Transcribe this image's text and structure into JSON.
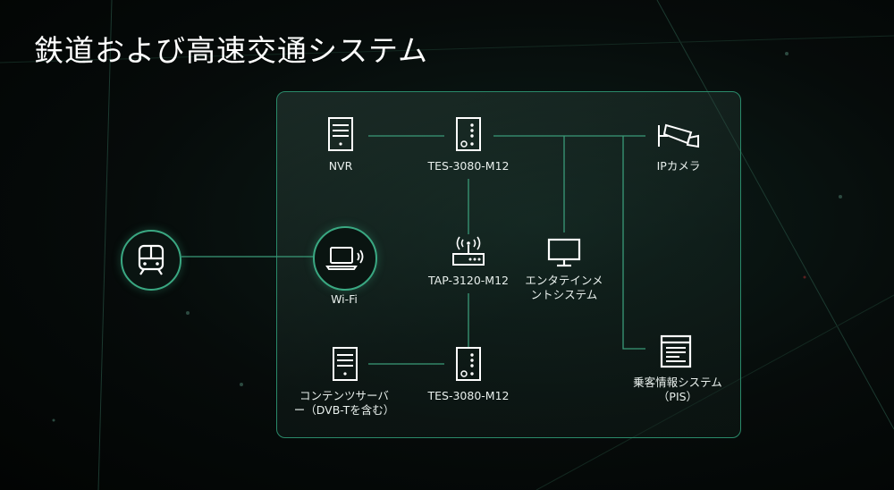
{
  "title": "鉄道および高速交通システム",
  "colors": {
    "accent": "#3aa882",
    "panel_border": "#2a8a6a",
    "line": "#3a9a78",
    "text": "#ffffff"
  },
  "nodes": {
    "nvr": {
      "label": "NVR",
      "icon": "server-icon"
    },
    "switch_top": {
      "label": "TES-3080-M12",
      "icon": "switch-icon"
    },
    "ip_camera": {
      "label": "IPカメラ",
      "icon": "cctv-camera-icon"
    },
    "train": {
      "icon": "train-icon"
    },
    "wifi_client": {
      "label": "Wi-Fi",
      "icon": "laptop-wifi-icon"
    },
    "access_point": {
      "label": "TAP-3120-M12",
      "icon": "router-icon"
    },
    "entertainment": {
      "label_line1": "エンタテインメ",
      "label_line2": "ントシステム",
      "icon": "monitor-icon"
    },
    "content_server": {
      "label_line1": "コンテンツサーバ",
      "label_line2": "ー（DVB-Tを含む）",
      "icon": "server-icon"
    },
    "switch_bottom": {
      "label": "TES-3080-M12",
      "icon": "switch-icon"
    },
    "pis": {
      "label_line1": "乗客情報システム",
      "label_line2": "（PIS）",
      "icon": "document-icon"
    }
  }
}
